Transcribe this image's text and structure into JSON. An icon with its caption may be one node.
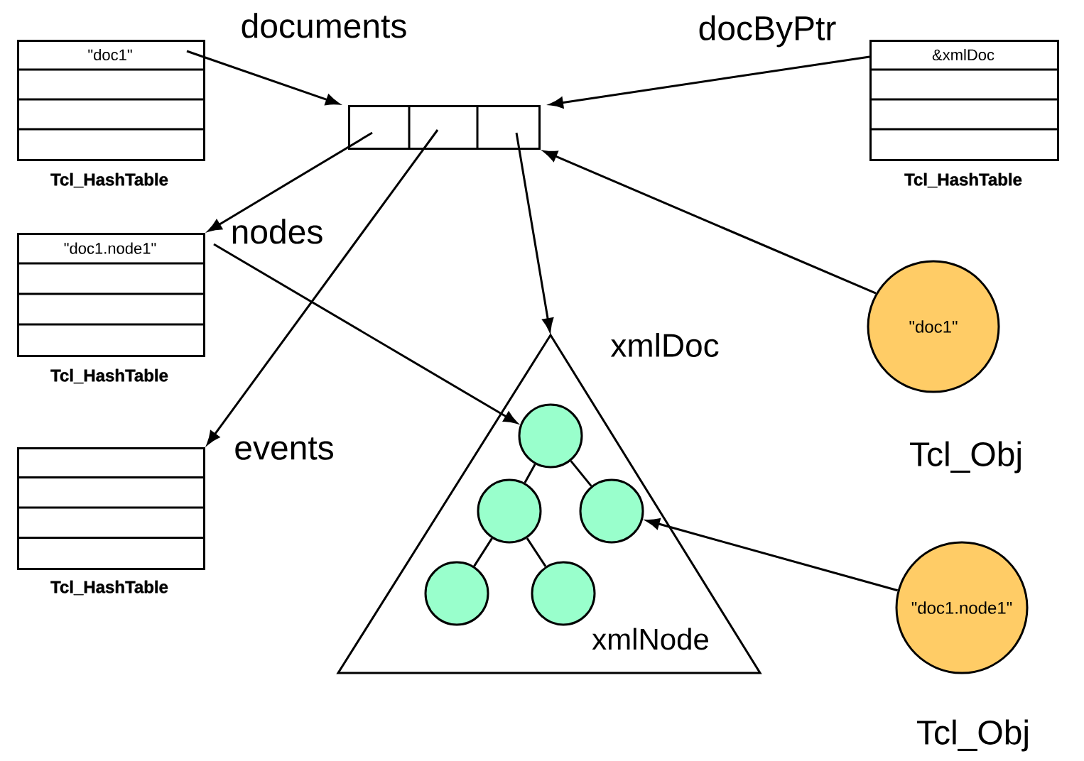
{
  "diagram": {
    "nodes": [
      {
        "text": [
          "\"doc1\""
        ],
        "beside": [
          "Tcl_HashTable",
          "documents"
        ]
      },
      {
        "text": [],
        "shape": "box"
      },
      {
        "text": [
          "&xmlDoc"
        ],
        "beside": [
          "Tcl_HashTable",
          "docByPtr"
        ]
      },
      {
        "text": [
          "\"doc1.node1\""
        ],
        "beside": [
          "Tcl_HashTable",
          "nodes"
        ]
      },
      {
        "text": [],
        "shape": "box",
        "beside": [
          "Tcl_HashTable",
          "events"
        ]
      },
      {
        "text": [
          "xmlDoc",
          "xmlNode"
        ]
      },
      {
        "text": [],
        "shape": "circle",
        "in": 5
      },
      {
        "text": [],
        "shape": "circle",
        "in": 5
      },
      {
        "text": [],
        "shape": "circle",
        "in": 5
      },
      {
        "text": [],
        "shape": "circle",
        "in": 5
      },
      {
        "text": [],
        "shape": "circle",
        "in": 5
      },
      {
        "text": [
          "\"doc1\""
        ],
        "beside": [
          "Tcl_Obj"
        ]
      },
      {
        "text": [
          "\"doc1.node1\""
        ],
        "beside": [
          "Tcl_Obj"
        ]
      }
    ],
    "edges": [
      {
        "from": 0,
        "to": 1,
        "arrow": "to"
      },
      {
        "from": 2,
        "to": 1,
        "arrow": "to"
      },
      {
        "from": 1,
        "to": 3,
        "arrow": "to"
      },
      {
        "from": 1,
        "to": 4,
        "arrow": "to"
      },
      {
        "from": 1,
        "to": 5,
        "arrow": "to"
      },
      {
        "from": 11,
        "to": 1,
        "arrow": "to"
      },
      {
        "from": 3,
        "to": 6,
        "arrow": "to"
      },
      {
        "from": 12,
        "to": 8,
        "arrow": "to"
      },
      {
        "from": 6,
        "to": 7,
        "arrow": "none"
      },
      {
        "from": 6,
        "to": 8,
        "arrow": "none"
      },
      {
        "from": 7,
        "to": 9,
        "arrow": "none"
      },
      {
        "from": 7,
        "to": 10,
        "arrow": "none"
      }
    ]
  }
}
